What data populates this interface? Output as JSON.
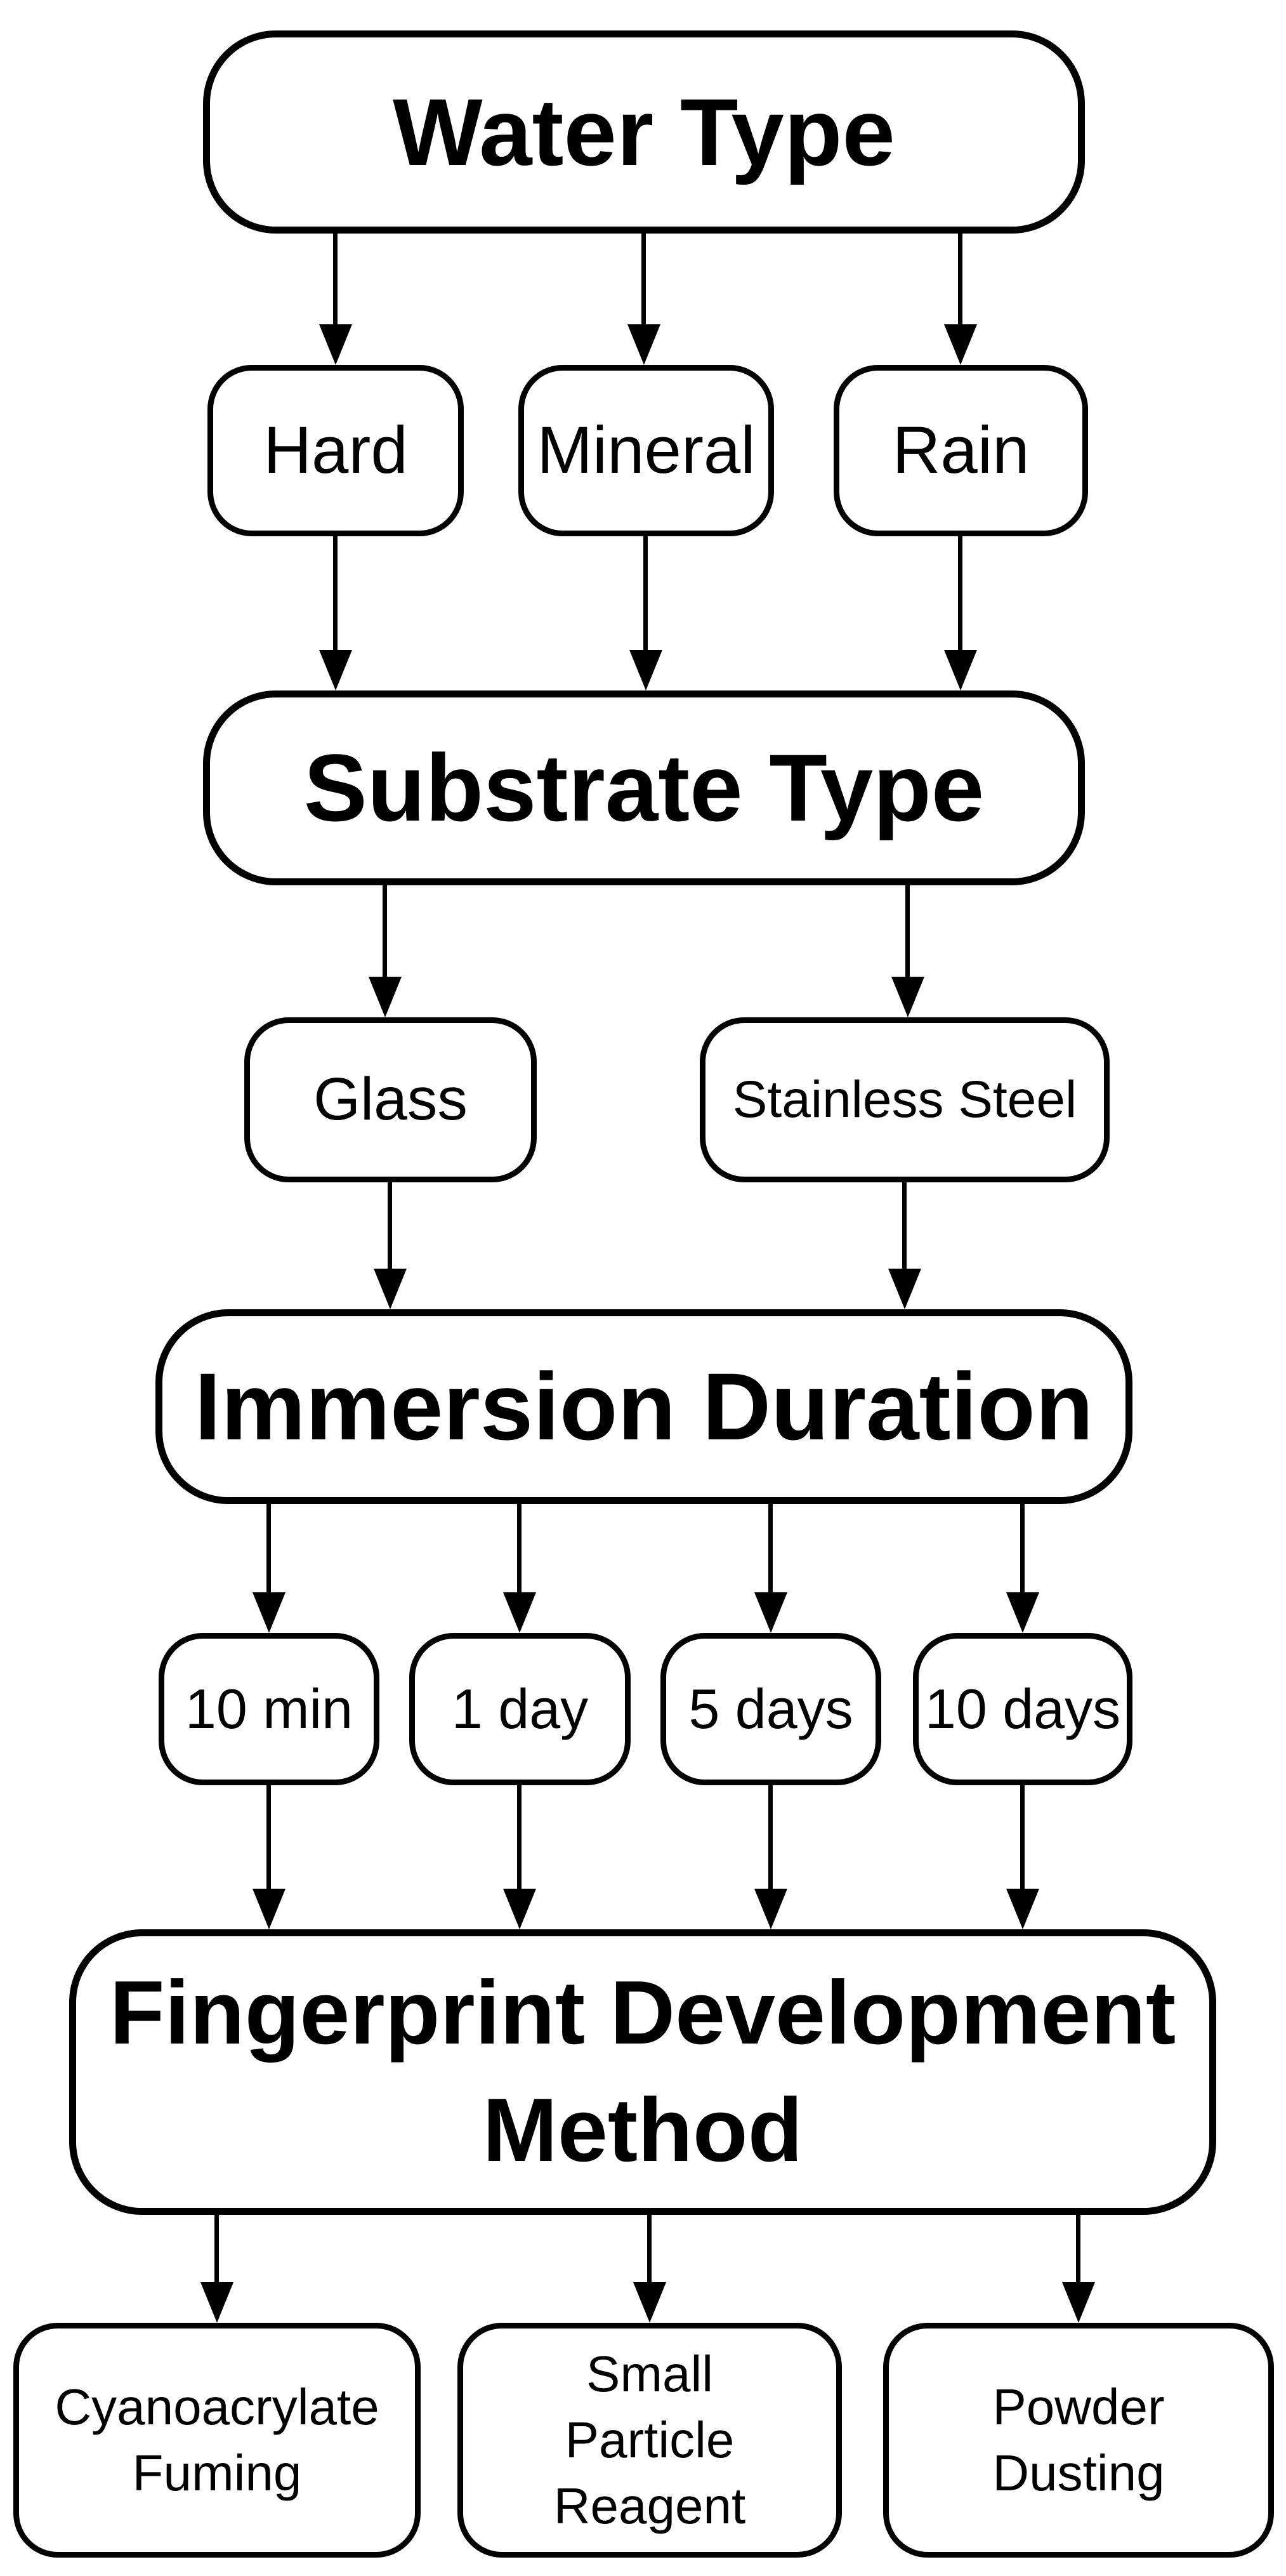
{
  "diagram": {
    "type": "flowchart",
    "orientation": "top-down",
    "colors": {
      "background": "#ffffff",
      "node_fill": "#ffffff",
      "node_stroke": "#000000",
      "text": "#000000",
      "arrow": "#000000"
    },
    "nodes": {
      "water_type": {
        "label": "Water Type",
        "level": 1,
        "style": "category-bold"
      },
      "hard": {
        "label": "Hard",
        "level": 2,
        "style": "option"
      },
      "mineral": {
        "label": "Mineral",
        "level": 2,
        "style": "option"
      },
      "rain": {
        "label": "Rain",
        "level": 2,
        "style": "option"
      },
      "substrate_type": {
        "label": "Substrate Type",
        "level": 3,
        "style": "category-bold"
      },
      "glass": {
        "label": "Glass",
        "level": 4,
        "style": "option"
      },
      "stainless_steel": {
        "label": "Stainless Steel",
        "level": 4,
        "style": "option"
      },
      "immersion_duration": {
        "label": "Immersion Duration",
        "level": 5,
        "style": "category-bold"
      },
      "min_10": {
        "label": "10 min",
        "level": 6,
        "style": "option"
      },
      "day_1": {
        "label": "1 day",
        "level": 6,
        "style": "option"
      },
      "days_5": {
        "label": "5 days",
        "level": 6,
        "style": "option"
      },
      "days_10": {
        "label": "10 days",
        "level": 6,
        "style": "option"
      },
      "fingerprint_development_method": {
        "label": "Fingerprint Development\nMethod",
        "level": 7,
        "style": "category-bold"
      },
      "cyanoacrylate_fuming": {
        "label": "Cyanoacrylate\nFuming",
        "level": 8,
        "style": "option"
      },
      "small_particle_reagent": {
        "label": "Small\nParticle Reagent",
        "level": 8,
        "style": "option"
      },
      "powder_dusting": {
        "label": "Powder\nDusting",
        "level": 8,
        "style": "option"
      }
    },
    "edges": [
      {
        "from": "water_type",
        "to": "hard"
      },
      {
        "from": "water_type",
        "to": "mineral"
      },
      {
        "from": "water_type",
        "to": "rain"
      },
      {
        "from": "hard",
        "to": "substrate_type"
      },
      {
        "from": "mineral",
        "to": "substrate_type"
      },
      {
        "from": "rain",
        "to": "substrate_type"
      },
      {
        "from": "substrate_type",
        "to": "glass"
      },
      {
        "from": "substrate_type",
        "to": "stainless_steel"
      },
      {
        "from": "glass",
        "to": "immersion_duration"
      },
      {
        "from": "stainless_steel",
        "to": "immersion_duration"
      },
      {
        "from": "immersion_duration",
        "to": "min_10"
      },
      {
        "from": "immersion_duration",
        "to": "day_1"
      },
      {
        "from": "immersion_duration",
        "to": "days_5"
      },
      {
        "from": "immersion_duration",
        "to": "days_10"
      },
      {
        "from": "min_10",
        "to": "fingerprint_development_method"
      },
      {
        "from": "day_1",
        "to": "fingerprint_development_method"
      },
      {
        "from": "days_5",
        "to": "fingerprint_development_method"
      },
      {
        "from": "days_10",
        "to": "fingerprint_development_method"
      },
      {
        "from": "fingerprint_development_method",
        "to": "cyanoacrylate_fuming"
      },
      {
        "from": "fingerprint_development_method",
        "to": "small_particle_reagent"
      },
      {
        "from": "fingerprint_development_method",
        "to": "powder_dusting"
      }
    ]
  }
}
